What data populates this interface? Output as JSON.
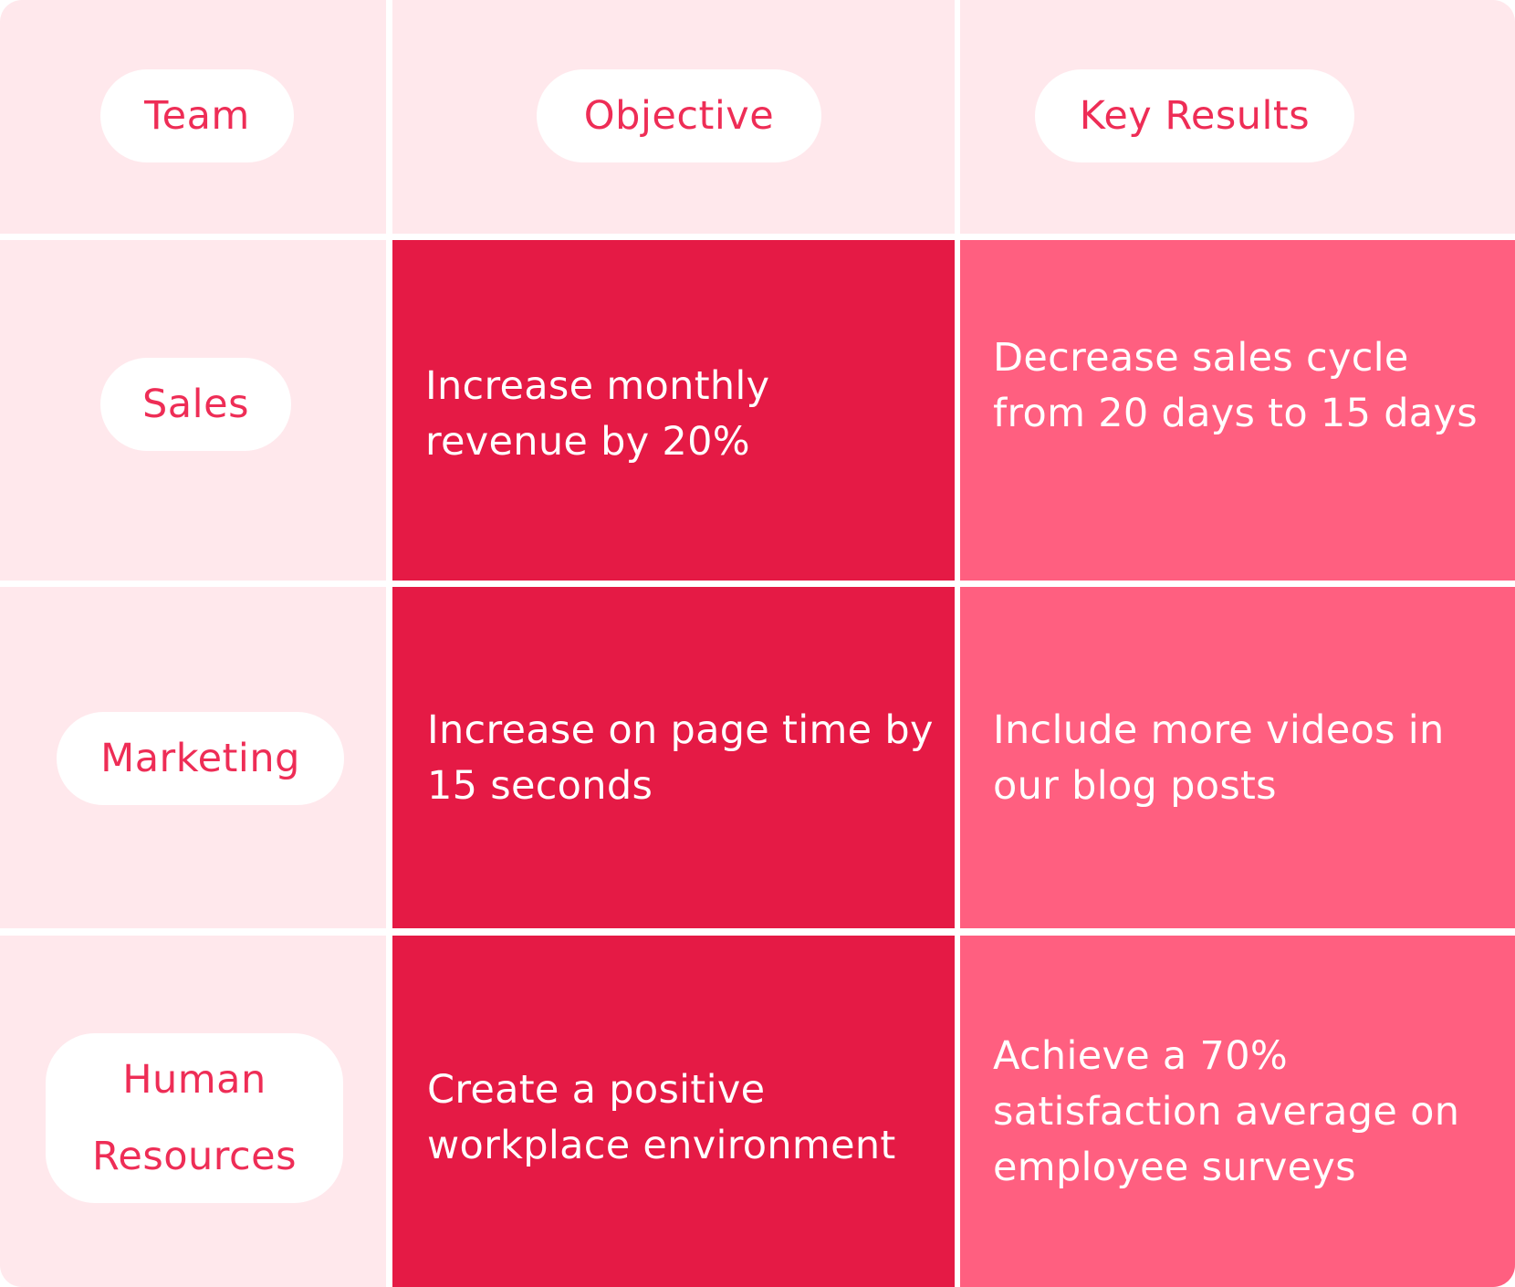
{
  "headers": {
    "team": "Team",
    "objective": "Objective",
    "key_results": "Key Results"
  },
  "rows": [
    {
      "team": "Sales",
      "objective": "Increase monthly revenue by 20%",
      "key_result": "Decrease sales cycle from 20 days to 15 days"
    },
    {
      "team": "Marketing",
      "objective": "Increase on page time by 15 seconds",
      "key_result": "Include more videos in our blog posts"
    },
    {
      "team": "Human Resources",
      "objective": "Create a positive workplace environment",
      "key_result": "Achieve a 70% satisfaction average on employee surveys"
    }
  ],
  "colors": {
    "pale_pink": "#ffe8ec",
    "objective_red": "#e51a45",
    "key_result_pink": "#ff5f80",
    "label_text": "#ee2d56",
    "divider": "#ffffff"
  }
}
